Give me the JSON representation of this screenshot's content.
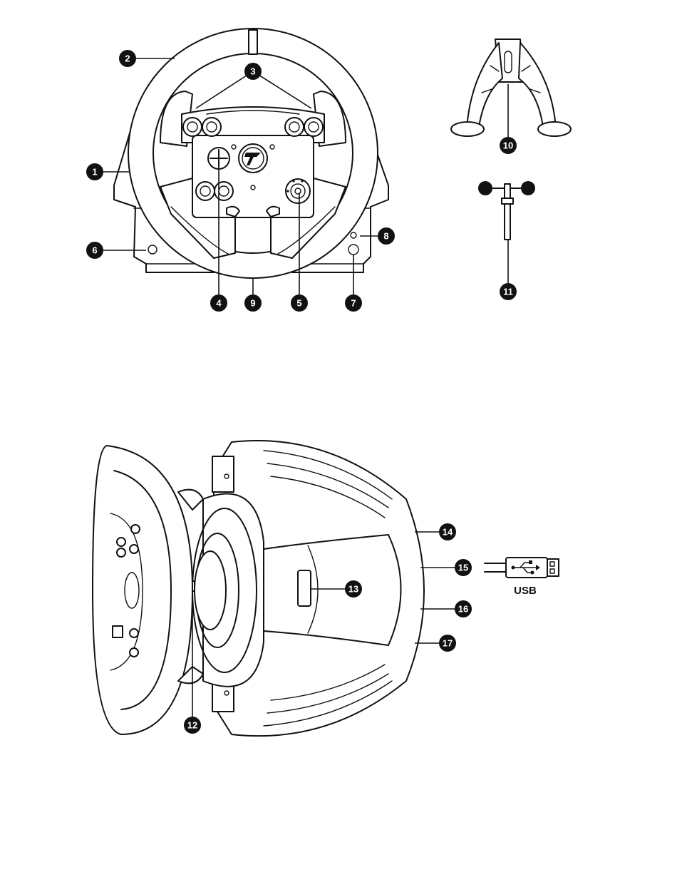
{
  "callouts": [
    {
      "id": "1",
      "label": "1"
    },
    {
      "id": "2",
      "label": "2"
    },
    {
      "id": "3",
      "label": "3"
    },
    {
      "id": "4",
      "label": "4"
    },
    {
      "id": "5",
      "label": "5"
    },
    {
      "id": "6",
      "label": "6"
    },
    {
      "id": "7",
      "label": "7"
    },
    {
      "id": "8",
      "label": "8"
    },
    {
      "id": "9",
      "label": "9"
    },
    {
      "id": "10",
      "label": "10"
    },
    {
      "id": "11",
      "label": "11"
    },
    {
      "id": "12",
      "label": "12"
    },
    {
      "id": "13",
      "label": "13"
    },
    {
      "id": "14",
      "label": "14"
    },
    {
      "id": "15",
      "label": "15"
    },
    {
      "id": "16",
      "label": "16"
    },
    {
      "id": "17",
      "label": "17"
    }
  ],
  "usb": {
    "label": "USB"
  },
  "colors": {
    "ink": "#111111",
    "paper": "#ffffff"
  }
}
